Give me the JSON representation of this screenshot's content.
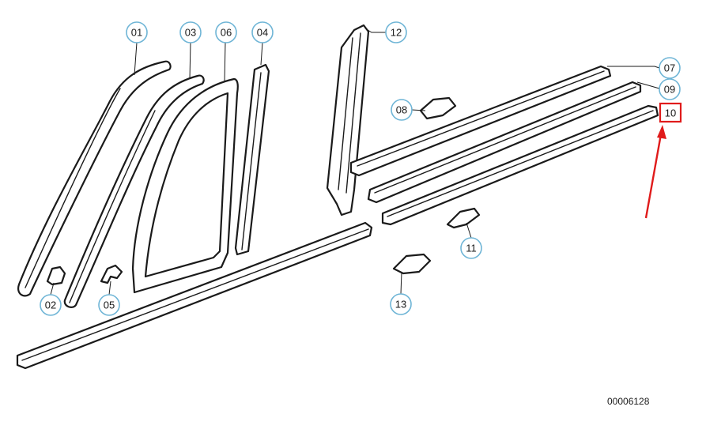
{
  "callouts": {
    "c01": "01",
    "c02": "02",
    "c03": "03",
    "c04": "04",
    "c05": "05",
    "c06": "06",
    "c07": "07",
    "c08": "08",
    "c09": "09",
    "c10": "10",
    "c11": "11",
    "c12": "12",
    "c13": "13"
  },
  "highlighted_part": "10",
  "document_number": "00006128",
  "colors": {
    "callout_ring": "#6fb5d6",
    "highlight": "#e01b1b",
    "line": "#1a1a1a"
  }
}
